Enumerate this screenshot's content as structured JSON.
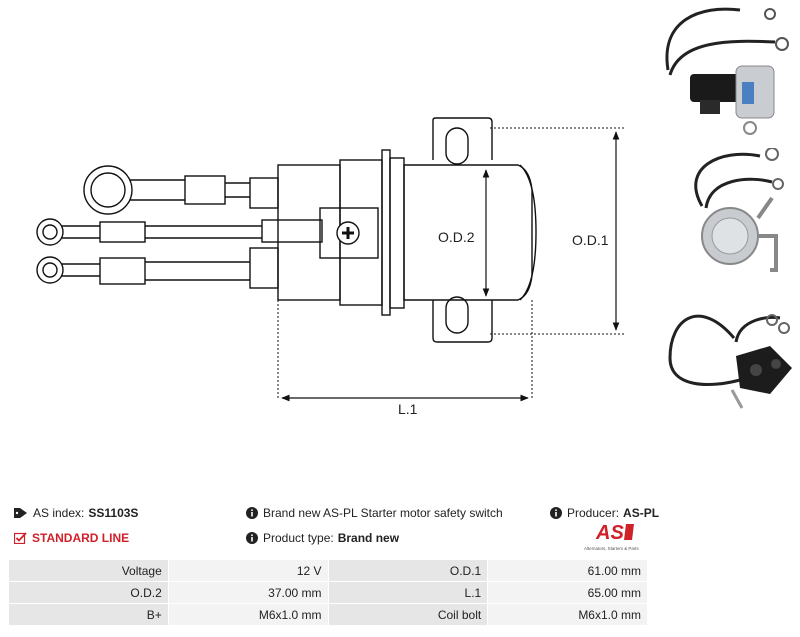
{
  "diagram": {
    "labels": {
      "od2": "O.D.2",
      "od1": "O.D.1",
      "l1": "L.1"
    }
  },
  "info": {
    "as_index_label": "AS index:",
    "as_index_value": "SS1103S",
    "line": "STANDARD LINE",
    "description": "Brand new AS-PL Starter motor safety switch",
    "product_type_label": "Product type:",
    "product_type_value": "Brand new",
    "producer_label": "Producer:",
    "producer_value": "AS-PL"
  },
  "logo": {
    "mark": "AS",
    "tagline": "Alternators, Starters & Parts"
  },
  "spec_rows": [
    {
      "l1": "Voltage",
      "v1": "12 V",
      "l2": "O.D.1",
      "v2": "61.00 mm"
    },
    {
      "l1": "O.D.2",
      "v1": "37.00 mm",
      "l2": "L.1",
      "v2": "65.00 mm"
    },
    {
      "l1": "B+",
      "v1": "M6x1.0 mm",
      "l2": "Coil bolt",
      "v2": "M6x1.0 mm"
    }
  ],
  "colors": {
    "accent": "#d0202a",
    "line_color": "#111111"
  }
}
